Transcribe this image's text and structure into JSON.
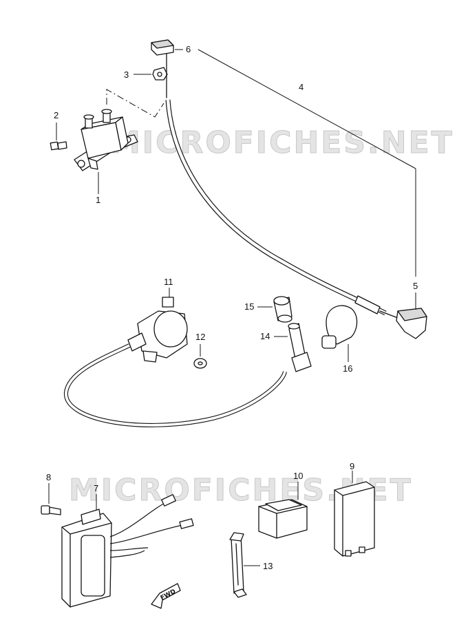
{
  "watermark": {
    "top": "MICROFICHES.NET",
    "bottom": "MICROFICHES.NET"
  },
  "callouts": {
    "p1": "1",
    "p2": "2",
    "p3": "3",
    "p4": "4",
    "p5": "5",
    "p6": "6",
    "p7": "7",
    "p8": "8",
    "p9": "9",
    "p10": "10",
    "p11": "11",
    "p12": "12",
    "p13": "13",
    "p14": "14",
    "p15": "15",
    "p16": "16"
  },
  "direction_arrow": {
    "label": "FWD",
    "icon": "fwd-arrow-icon"
  }
}
